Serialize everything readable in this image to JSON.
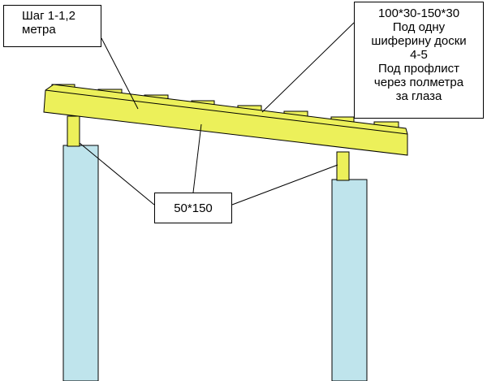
{
  "labels": {
    "pitch": {
      "lines": [
        "Шаг 1-1,2",
        "метра"
      ]
    },
    "boards": {
      "lines": [
        "100*30-150*30",
        "Под одну",
        "шиферину доски",
        "4-5",
        "Под профлист",
        "через полметра",
        "за глаза"
      ]
    },
    "beam": {
      "text": "50*150"
    }
  },
  "colors": {
    "beam_fill": "#ecf05a",
    "post_fill": "#bfe4ec",
    "outline": "#000000"
  }
}
